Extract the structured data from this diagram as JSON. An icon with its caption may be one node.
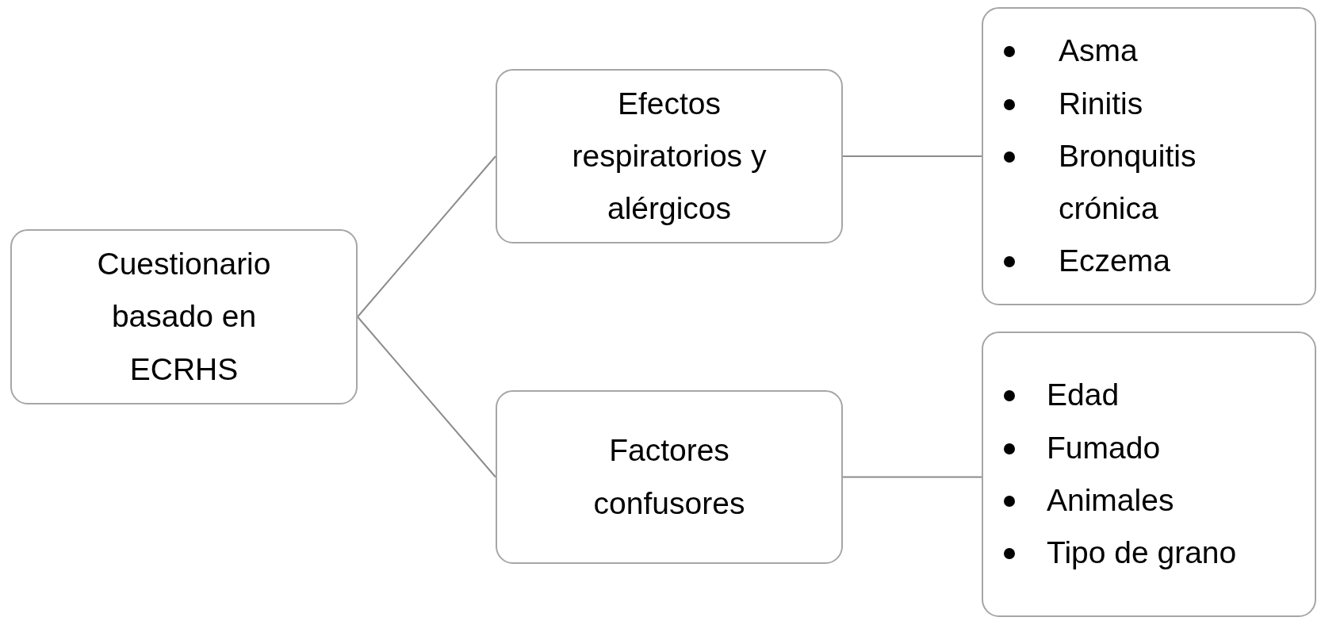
{
  "diagram": {
    "nodes": [
      {
        "text": [
          "Cuestionario basado en ECRHS"
        ]
      },
      {
        "text": [
          "Efectos respiratorios y alérgicos"
        ]
      },
      {
        "text": [
          "Factores confusores"
        ]
      },
      {
        "text": [
          "Asma",
          "Rinitis",
          "Bronquitis crónica",
          "Eczema"
        ]
      },
      {
        "text": [
          "Edad",
          "Fumado",
          "Animales",
          "Tipo de grano"
        ]
      }
    ],
    "edges": [
      {
        "from": 0,
        "to": 1,
        "arrow": "none"
      },
      {
        "from": 0,
        "to": 2,
        "arrow": "none"
      },
      {
        "from": 1,
        "to": 3,
        "arrow": "none"
      },
      {
        "from": 2,
        "to": 4,
        "arrow": "none"
      }
    ]
  }
}
